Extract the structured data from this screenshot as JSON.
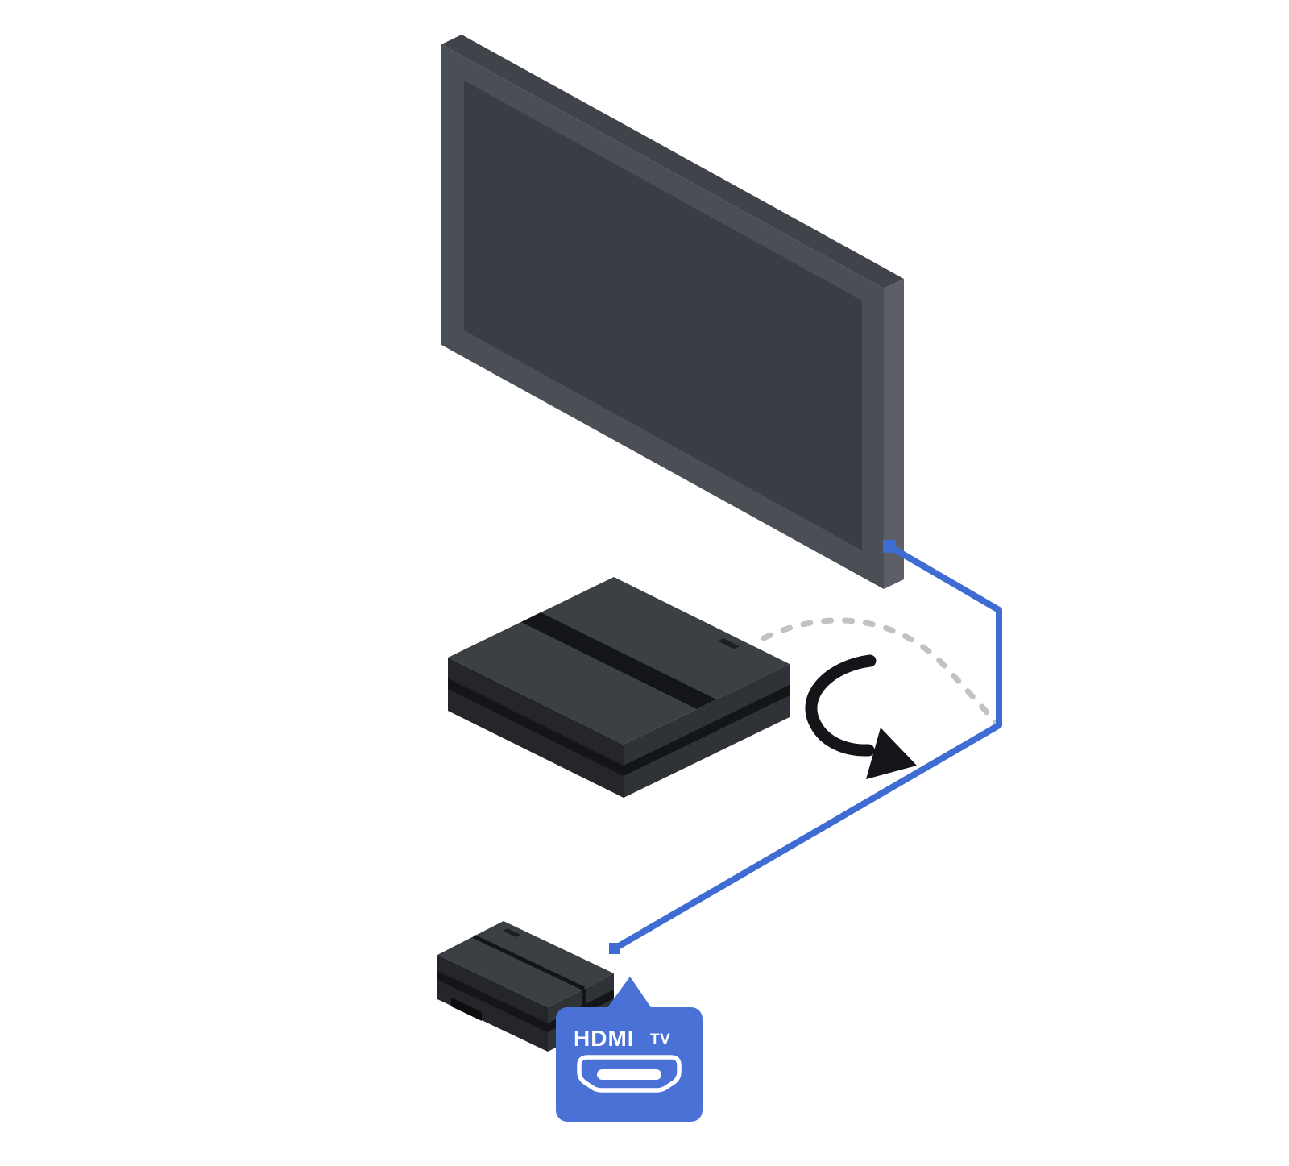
{
  "badge": {
    "hdmi_label": "HDMI",
    "tv_label": "TV"
  },
  "parts": {
    "tv": "television",
    "console": "ps4-console",
    "processor_unit": "processor-unit",
    "cable": "hdmi-cable"
  },
  "icons": {
    "ps_logo": "ps-logo-icon",
    "hdmi_port": "hdmi-port-icon",
    "move_arrow": "curved-arrow-icon"
  },
  "colors": {
    "background": "#ffffff",
    "cable": "#3e6cd3",
    "dashed": "#c0c2c4",
    "badge": "#4a71d6",
    "badge_text": "#ffffff",
    "tv_bezel": "#4a4e55",
    "tv_screen": "#3a3e44",
    "tv_side": "#5c6066",
    "tv_top": "#40444a",
    "console_top": "#3c4045",
    "console_front_dark": "#24262a",
    "console_front": "#2f3237",
    "groove": "#131518",
    "arrow": "#131518"
  }
}
